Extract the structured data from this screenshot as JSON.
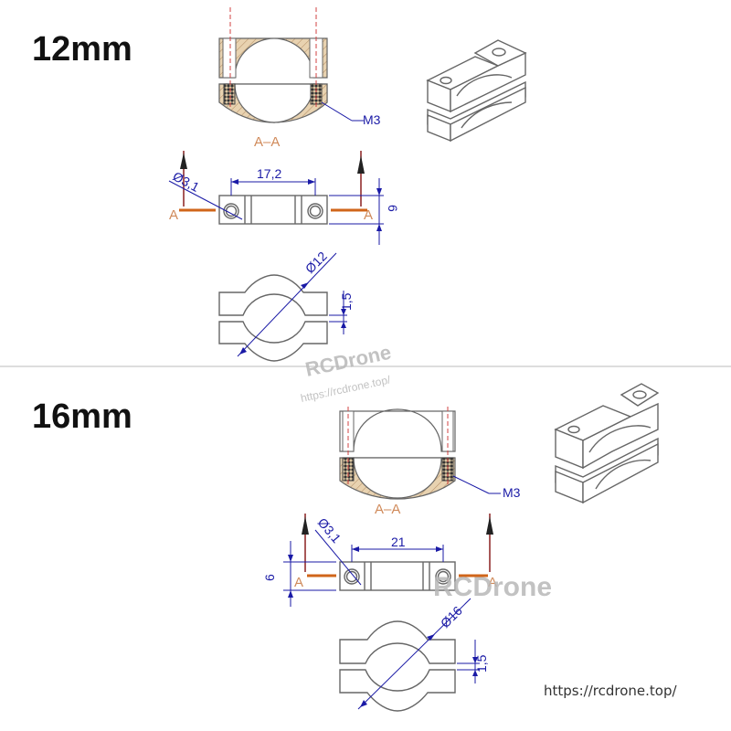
{
  "colors": {
    "dimension": "#1a1aa6",
    "section_line": "#d0651a",
    "section_label": "#d08a5a",
    "hatch_fill": "#e8d2b0",
    "outline": "#666666"
  },
  "top": {
    "size_label": "12mm",
    "section_label": "A–A",
    "thread_label": "M3",
    "hole_dia": "Ø3,1",
    "spacing": "17,2",
    "height": "6",
    "cut_left": "A",
    "cut_right": "A",
    "tube_dia": "Ø12",
    "gap": "1,5"
  },
  "bottom": {
    "size_label": "16mm",
    "section_label": "A–A",
    "thread_label": "M3",
    "hole_dia": "Ø3,1",
    "spacing": "21",
    "height": "6",
    "cut_left": "A",
    "cut_right": "A",
    "tube_dia": "Ø16",
    "gap": "1,5"
  },
  "watermark": {
    "brand": "RCDrone",
    "url_small": "https://rcdrone.top/",
    "brand_large": "RCDrone"
  },
  "footer_url": "https://rcdrone.top/"
}
